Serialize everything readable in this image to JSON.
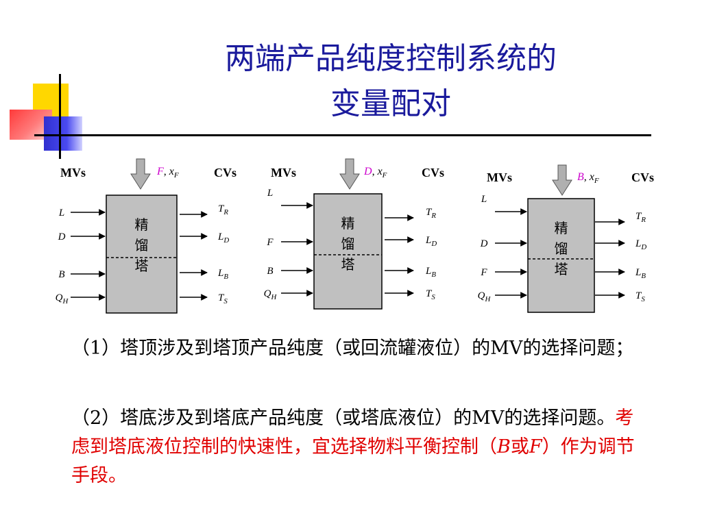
{
  "title": {
    "line1": "两端产品纯度控制系统的",
    "line2": "变量配对"
  },
  "diagrams": [
    {
      "mvs_label": "MVs",
      "cvs_label": "CVs",
      "feed": {
        "var": "F",
        "sep": ", ",
        "x": "x",
        "sub": "F",
        "color": "#cc00cc"
      },
      "column": [
        "精",
        "馏",
        "塔"
      ],
      "inputs": [
        {
          "base": "L",
          "sub": ""
        },
        {
          "base": "D",
          "sub": ""
        },
        {
          "base": "B",
          "sub": ""
        },
        {
          "base": "Q",
          "sub": "H"
        }
      ],
      "outputs": [
        {
          "base": "T",
          "sub": "R"
        },
        {
          "base": "L",
          "sub": "D"
        },
        {
          "base": "L",
          "sub": "B"
        },
        {
          "base": "T",
          "sub": "S"
        }
      ]
    },
    {
      "mvs_label": "MVs",
      "cvs_label": "CVs",
      "feed": {
        "var": "D",
        "sep": ", ",
        "x": "x",
        "sub": "F",
        "color": "#cc00cc"
      },
      "column": [
        "精",
        "馏",
        "塔"
      ],
      "inputs": [
        {
          "base": "L",
          "sub": ""
        },
        {
          "base": "F",
          "sub": ""
        },
        {
          "base": "B",
          "sub": ""
        },
        {
          "base": "Q",
          "sub": "H"
        }
      ],
      "outputs": [
        {
          "base": "T",
          "sub": "R"
        },
        {
          "base": "L",
          "sub": "D"
        },
        {
          "base": "L",
          "sub": "B"
        },
        {
          "base": "T",
          "sub": "S"
        }
      ]
    },
    {
      "mvs_label": "MVs",
      "cvs_label": "CVs",
      "feed": {
        "var": "B",
        "sep": ", ",
        "x": "x",
        "sub": "F",
        "color": "#cc00cc"
      },
      "column": [
        "精",
        "馏",
        "塔"
      ],
      "inputs": [
        {
          "base": "L",
          "sub": ""
        },
        {
          "base": "D",
          "sub": ""
        },
        {
          "base": "F",
          "sub": ""
        },
        {
          "base": "Q",
          "sub": "H"
        }
      ],
      "outputs": [
        {
          "base": "T",
          "sub": "R"
        },
        {
          "base": "L",
          "sub": "D"
        },
        {
          "base": "L",
          "sub": "B"
        },
        {
          "base": "T",
          "sub": "S"
        }
      ]
    }
  ],
  "para1": {
    "text": "（1）塔顶涉及到塔顶产品纯度（或回流罐液位）的MV的选择问题；"
  },
  "para2": {
    "black": "（2）塔底涉及到塔底产品纯度（或塔底液位）的MV的选择问题。",
    "red_a": "考虑到塔底液位控制的快速性，宜选择物料平衡控制（",
    "red_b": "B",
    "red_c": "或",
    "red_d": "F",
    "red_e": "）作为调节手段。",
    "red_color": "#e00000"
  }
}
